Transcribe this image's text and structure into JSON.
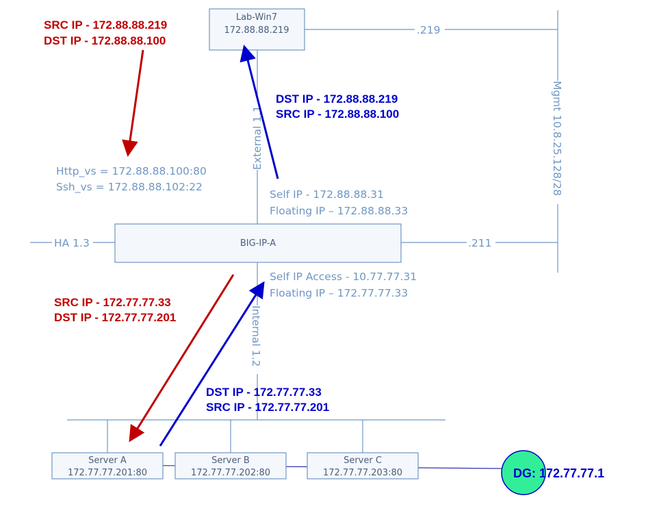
{
  "lab_win7": {
    "name": "Lab-Win7",
    "ip": "172.88.88.219"
  },
  "bigip": {
    "name": "BIG-IP-A"
  },
  "mgmt": {
    "label": "Mgmt 10.8.25.128/28",
    "port_219": ".219",
    "port_211": ".211"
  },
  "ha": {
    "label": "HA 1.3"
  },
  "external": {
    "label": "External 1.1",
    "self_ip": "Self IP - 172.88.88.31",
    "floating_ip": "Floating IP – 172.88.88.33"
  },
  "internal": {
    "label": "Internal 1.2",
    "self_ip": "Self IP Access - 10.77.77.31",
    "floating_ip": "Floating IP – 172.77.77.33"
  },
  "virtual_servers": {
    "http": "Http_vs = 172.88.88.100:80",
    "ssh": "Ssh_vs = 172.88.88.102:22"
  },
  "flows": {
    "ext_request": {
      "line1": "SRC IP - 172.88.88.219",
      "line2": "DST IP - 172.88.88.100",
      "color": "#c00000"
    },
    "ext_response": {
      "line1": "DST IP - 172.88.88.219",
      "line2": "SRC IP - 172.88.88.100",
      "color": "#0000cc"
    },
    "int_request": {
      "line1": "SRC IP - 172.77.77.33",
      "line2": "DST IP - 172.77.77.201",
      "color": "#c00000"
    },
    "int_response": {
      "line1": "DST IP - 172.77.77.33",
      "line2": "SRC IP - 172.77.77.201",
      "color": "#0000cc"
    }
  },
  "servers": [
    {
      "name": "Server A",
      "ip": "172.77.77.201:80"
    },
    {
      "name": "Server B",
      "ip": "172.77.77.202:80"
    },
    {
      "name": "Server C",
      "ip": "172.77.77.203:80"
    }
  ],
  "gateway": {
    "label": "DG: 172.77.77.1",
    "fill": "#33ee99"
  }
}
